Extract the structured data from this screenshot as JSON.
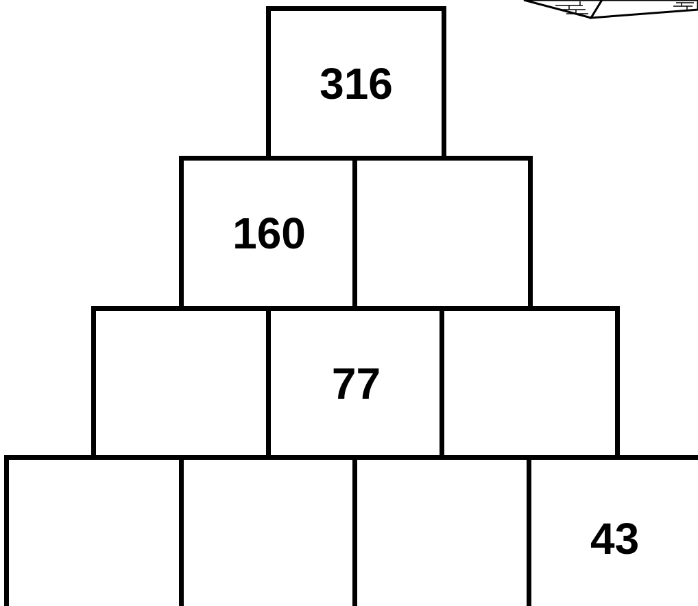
{
  "pyramid": {
    "rows": [
      {
        "cells": [
          "316"
        ]
      },
      {
        "cells": [
          "160",
          ""
        ]
      },
      {
        "cells": [
          "",
          "77",
          ""
        ]
      },
      {
        "cells": [
          "",
          "",
          "",
          "43"
        ]
      }
    ]
  },
  "colors": {
    "line": "#000000",
    "background": "#ffffff"
  },
  "decoration": {
    "icon": "brick-pyramid-icon"
  }
}
